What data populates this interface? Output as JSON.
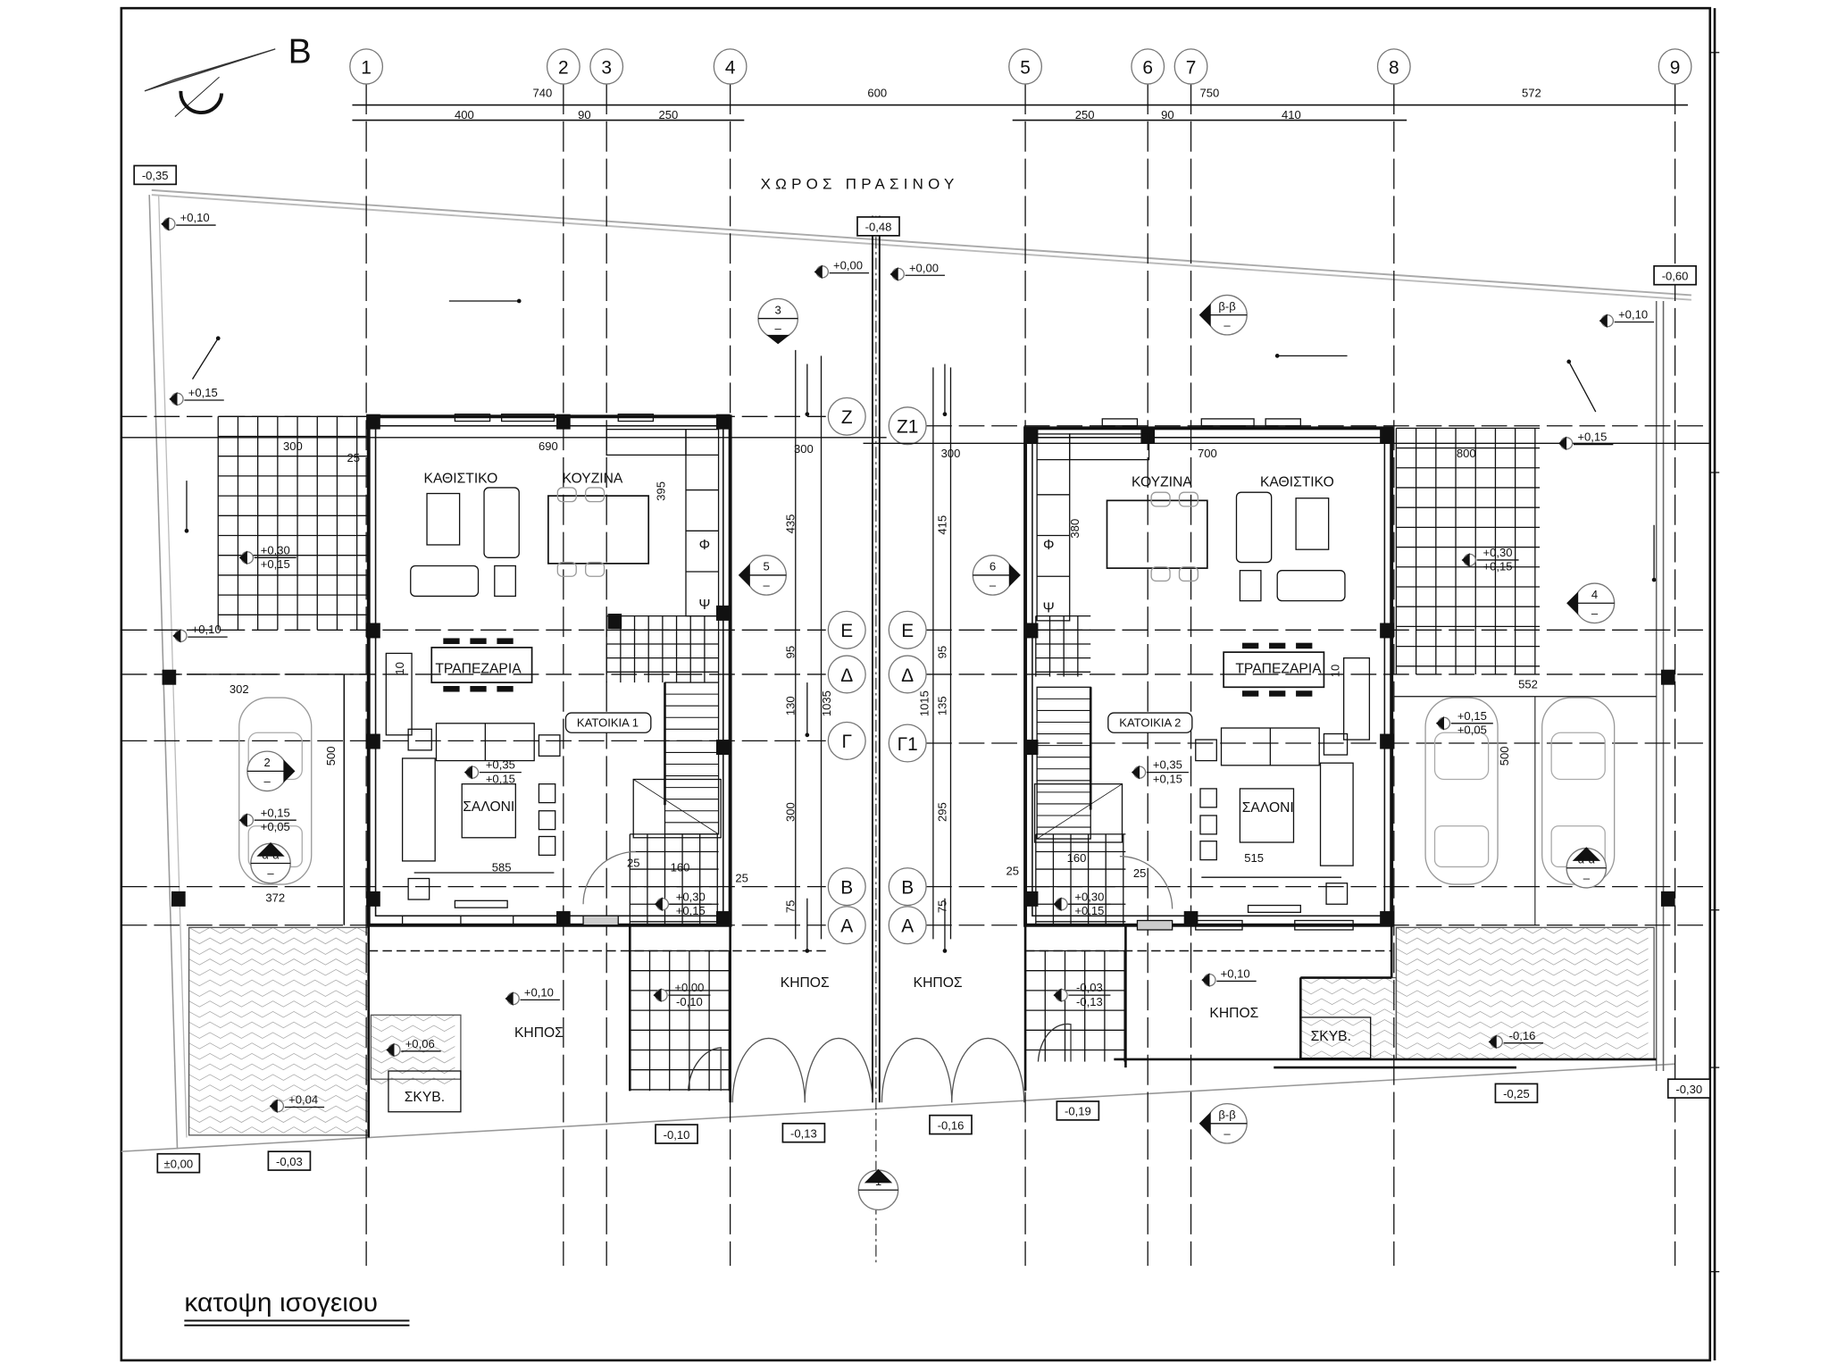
{
  "title": {
    "drawing_title": "κατοψη ισογειου",
    "north_label": "B",
    "site_label": "ΧΩΡΟΣ ΠΡΑΣΙΝΟΥ"
  },
  "grid": {
    "columns": [
      "1",
      "2",
      "3",
      "4",
      "5",
      "6",
      "7",
      "8",
      "9"
    ],
    "rows_house1": [
      "Z",
      "E",
      "Δ",
      "Γ",
      "B",
      "A"
    ],
    "rows_house2": [
      "Z1",
      "E",
      "Δ",
      "Γ1",
      "B",
      "A"
    ]
  },
  "dimensions": {
    "overall": [
      "740",
      "600",
      "750",
      "572"
    ],
    "bays": [
      "400",
      "90",
      "250",
      "250",
      "90",
      "410"
    ],
    "house1": [
      "690",
      "300",
      "25",
      "395",
      "585",
      "160",
      "25",
      "25",
      "302",
      "500",
      "372",
      "10"
    ],
    "middle_house1": [
      "300",
      "435",
      "95",
      "130",
      "1035",
      "300",
      "75"
    ],
    "middle_house2": [
      "300",
      "415",
      "95",
      "135",
      "1015",
      "295",
      "75"
    ],
    "house2": [
      "700",
      "800",
      "380",
      "515",
      "160",
      "25",
      "25",
      "552",
      "500",
      "10"
    ]
  },
  "house1": {
    "name": "ΚΑΤΟΙΚΙΑ 1",
    "rooms": {
      "living": "ΚΑΘΙΣΤΙΚΟ",
      "kitchen": "ΚΟΥΖΙΝΑ",
      "dining": "ΤΡΑΠΕΖΑΡΙΑ",
      "salon": "ΣΑΛΟΝΙ"
    },
    "appliances": [
      "Φ",
      "Ψ"
    ]
  },
  "house2": {
    "name": "ΚΑΤΟΙΚΙΑ 2",
    "rooms": {
      "living": "ΚΑΘΙΣΤΙΚΟ",
      "kitchen": "ΚΟΥΖΙΝΑ",
      "dining": "ΤΡΑΠΕΖΑΡΙΑ",
      "salon": "ΣΑΛΟΝΙ"
    },
    "appliances": [
      "Φ",
      "Ψ"
    ]
  },
  "outdoor": {
    "gardens": [
      "ΚΗΠΟΣ",
      "ΚΗΠΟΣ",
      "ΚΗΠΟΣ",
      "ΚΗΠΟΣ"
    ],
    "bins": [
      "ΣΚΥΒ.",
      "ΣΚΥΒ."
    ]
  },
  "levels": {
    "boxed": [
      "-0,35",
      "-0,48",
      "-0,60",
      "±0,00",
      "-0,03",
      "-0,10",
      "-0,13",
      "-0,16",
      "-0,19",
      "-0,25",
      "-0,30"
    ],
    "markers": [
      "+0,10",
      "+0,15",
      "+0,10",
      "+0,00",
      "+0,00",
      "+0,10",
      "+0,15",
      "+0,10",
      "+0,06",
      "+0,04",
      "+0,10",
      "-0,16"
    ],
    "double": [
      [
        "+0,30",
        "+0,15"
      ],
      [
        "+0,35",
        "+0,15"
      ],
      [
        "+0,15",
        "+0,05"
      ],
      [
        "+0,30",
        "+0,15"
      ],
      [
        "+0,00",
        "-0,10"
      ],
      [
        "+0,30",
        "+0,15"
      ],
      [
        "+0,35",
        "+0,15"
      ],
      [
        "+0,15",
        "+0,05"
      ],
      [
        "+0,30",
        "+0,15"
      ],
      [
        "-0,03",
        "-0,13"
      ]
    ]
  },
  "sections": [
    {
      "id": "3",
      "sub": "–"
    },
    {
      "id": "5",
      "sub": "–"
    },
    {
      "id": "6",
      "sub": "–"
    },
    {
      "id": "4",
      "sub": "–"
    },
    {
      "id": "2",
      "sub": "–"
    },
    {
      "id": "α-α",
      "sub": "–"
    },
    {
      "id": "α-α",
      "sub": "–"
    },
    {
      "id": "β-β",
      "sub": "–"
    },
    {
      "id": "β-β",
      "sub": "–"
    },
    {
      "id": "1",
      "sub": ""
    }
  ]
}
